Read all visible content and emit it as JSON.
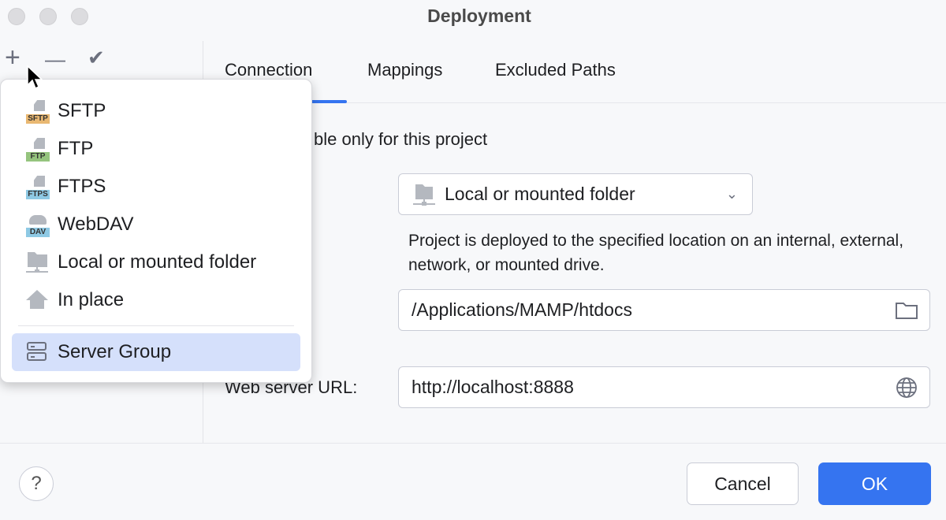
{
  "window": {
    "title": "Deployment"
  },
  "toolbar": {
    "add": "+",
    "remove": "—",
    "apply": "✔"
  },
  "tabs": [
    {
      "label": "Connection",
      "active": true
    },
    {
      "label": "Mappings"
    },
    {
      "label": "Excluded Paths"
    }
  ],
  "form": {
    "visible_label": "ble only for this project",
    "type_value": "Local or mounted folder",
    "type_description": "Project is deployed to the specified location on an internal, external, network, or mounted drive.",
    "folder_value": "/Applications/MAMP/htdocs",
    "web_url_label": "Web server URL:",
    "web_url_value": "http://localhost:8888"
  },
  "popup": {
    "items": [
      {
        "label": "SFTP",
        "badge": "SFTP",
        "color": "#e9b872"
      },
      {
        "label": "FTP",
        "badge": "FTP",
        "color": "#95c47e"
      },
      {
        "label": "FTPS",
        "badge": "FTPS",
        "color": "#8ec9e4"
      },
      {
        "label": "WebDAV",
        "badge": "DAV",
        "color": "#8ec9e4"
      },
      {
        "label": "Local or mounted folder"
      },
      {
        "label": "In place"
      },
      {
        "label": "Server Group",
        "selected": true
      }
    ]
  },
  "footer": {
    "help": "?",
    "cancel": "Cancel",
    "ok": "OK"
  },
  "colors": {
    "accent": "#3574f0",
    "selection": "#d5e0fb"
  }
}
